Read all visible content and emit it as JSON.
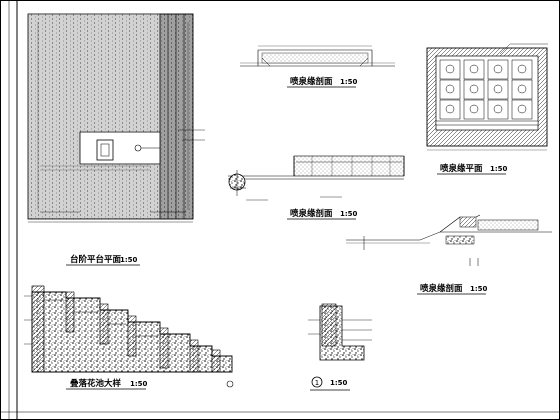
{
  "titles": {
    "platform_plan": "台阶平台平面",
    "platform_plan_scale": "1:50",
    "fountain_section_1": "喷泉缘剖面",
    "fountain_section_1_scale": "1:50",
    "fountain_section_2": "喷泉缘剖面",
    "fountain_section_2_scale": "1:50",
    "fountain_plan": "喷泉缘平面",
    "fountain_plan_scale": "1:50",
    "fountain_section_3": "喷泉缘剖面",
    "fountain_section_3_scale": "1:50",
    "cascade_detail": "叠落花池大样",
    "cascade_detail_scale": "1:50",
    "detail_1_number": "1",
    "detail_1_scale": "1:50"
  },
  "colors": {
    "line": "#000000",
    "background": "#ffffff"
  }
}
